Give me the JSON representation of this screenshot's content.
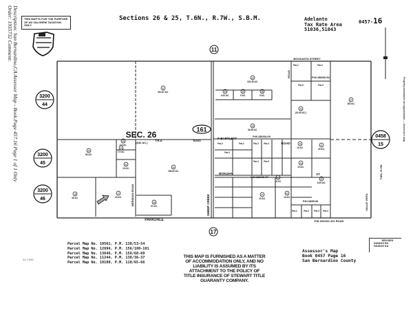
{
  "header": {
    "title": "Sections 26 & 25, T.6N., R.7W., S.B.M.",
    "area_name": "Adelanto",
    "tax_rate_label": "Tax Rate Area",
    "tax_rate_codes": "51036,51043",
    "page_prefix": "0457-",
    "page_number": "16"
  },
  "sidebar": {
    "description_line": "Description: San Bernardino,CA Assessor Map - Book.Page 457.16 Page 1 of 1 Only",
    "order_line": "Order: 1935732 Comment:"
  },
  "purpose_note": "THIS MAP IS FOR THE PURPOSE OF AD VALOREM TAXATION ONLY.",
  "map": {
    "section_label": "SEC. 26",
    "section_acres": "(640 AC.)",
    "tra_label": "T.R.A.",
    "tra_code": "51043",
    "streets": [
      "BOOKASTA STREET",
      "P BARTLETT",
      "BOKUHA",
      "PARKDALE",
      "SHEEP CREEK",
      "MERIDIAN ROAD",
      "ROAD",
      "ROAD",
      "VALLE VISTA",
      "ST",
      "P.M.156/100-101 ROAD",
      "P.M.156/60-69",
      "P.M.138/33-37",
      "P.M.158/53-54",
      "P.M.118/65-66"
    ],
    "book_refs": [
      {
        "top": "3200",
        "bottom": "44"
      },
      {
        "top": "3200",
        "bottom": "45"
      },
      {
        "top": "3200",
        "bottom": "46"
      },
      {
        "top": "0458",
        "bottom": "15"
      }
    ],
    "page_refs": [
      "11",
      "17"
    ],
    "route_label": "161",
    "township_note": "T.6N., R.7W.",
    "parcels": [
      {
        "id": "11",
        "acres": "310.87 AC."
      },
      {
        "id": "20",
        "acres": "80 AC."
      },
      {
        "id": "24",
        "acres": "7.5 AC."
      },
      {
        "id": "22",
        "acres": "10 AC."
      },
      {
        "id": "23",
        "acres": "2.5 AC."
      },
      {
        "id": "18",
        "acres": "40 AC."
      },
      {
        "id": "17",
        "acres": "40 AC."
      },
      {
        "id": "25",
        "acres": "128.62 AC."
      },
      {
        "id": "29",
        "acres": "57 AC."
      },
      {
        "id": "33",
        "acres": "103.49 AC."
      },
      {
        "id": "34",
        "acres": "4.93 AC."
      },
      {
        "id": "35",
        "acres": "5 AC."
      },
      {
        "id": "36",
        "acres": "5 AC."
      },
      {
        "id": "39",
        "acres": "34.98 AC."
      },
      {
        "id": "42",
        "acres": "(31.08 AC.)"
      },
      {
        "id": "27",
        "acres": "160 AC."
      },
      {
        "id": "40",
        "acres": "10 AC."
      },
      {
        "id": "41",
        "acres": "20 AC."
      },
      {
        "id": "43",
        "acres": "10 AC."
      },
      {
        "id": "47",
        "acres": "10 AC."
      },
      {
        "id": "52",
        "acres": "10 AC."
      },
      {
        "id": "53",
        "acres": "10 AC."
      },
      {
        "id": "57",
        "acres": "8.49 AC."
      }
    ],
    "sub_parcels": [
      "Par.1",
      "Par.2",
      "Par.3",
      "Par.4",
      "Par.5"
    ]
  },
  "parcel_maps": [
    "Parcel Map No. 10561, P.M. 138/53-54",
    "Parcel Map No. 12694, P.M. 156/100-101",
    "Parcel Map No. 13646, P.M. 156/68-69",
    "Parcel Map No. 11244, P.M. 138/36-37",
    "Parcel Map No. 10180, P.M. 118/65-66"
  ],
  "disclaimer": "THIS MAP IS FURNISHED AS A MATTER OF ACCOMMODATION ONLY, AND NO LIABILITY IS ASSUMED BY ITS ATTACHMENT TO THE POLICY OF TITLE INSURANCE OF STEWART TITLE GUARANTY COMPANY.",
  "assessor": {
    "line1": "Assessor's Map",
    "line2": "Book 0457 Page 16",
    "line3": "San Bernardino County"
  },
  "revised": {
    "label": "REVISED",
    "date1": "04/08/15 RU",
    "date2": "04/28/20 KA"
  },
  "footer_mark": "AC 1996"
}
